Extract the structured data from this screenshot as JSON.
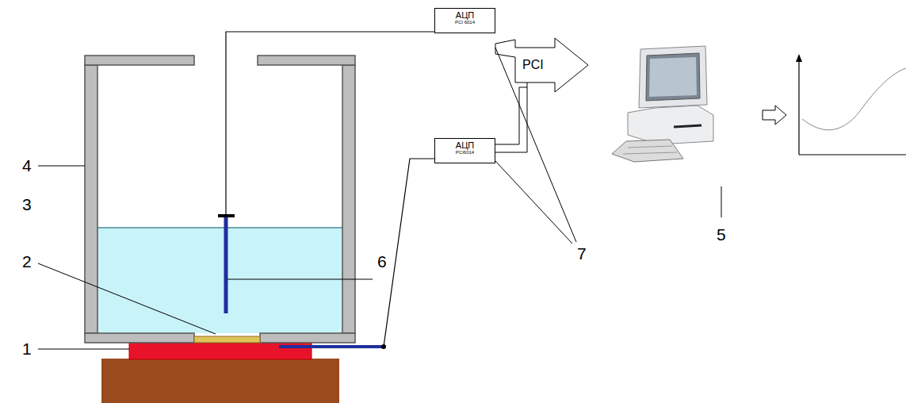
{
  "diagram": {
    "nodes": [
      {
        "text": [
          "АЦП",
          "PCI 6014"
        ]
      },
      {
        "text": [
          "АЦП",
          "PCI6014"
        ]
      }
    ],
    "labels": [
      "4",
      "3",
      "2",
      "1",
      "6",
      "7",
      "5",
      "PCI"
    ]
  }
}
